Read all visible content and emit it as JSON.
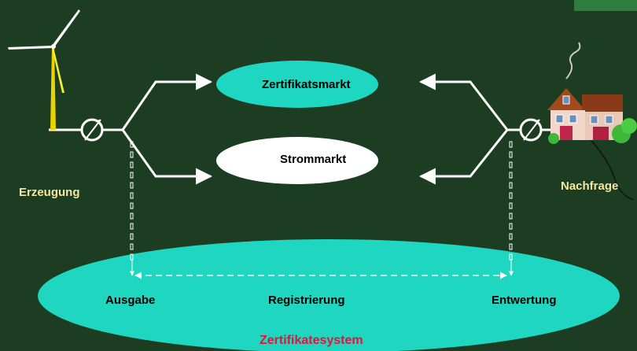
{
  "diagram": {
    "market_certificates": "Zertifikatsmarkt",
    "market_power": "Strommarkt",
    "generation": "Erzeugung",
    "demand": "Nachfrage",
    "issue": "Ausgabe",
    "registration": "Registrierung",
    "cancellation": "Entwertung",
    "system": "Zertifikatesystem"
  },
  "colors": {
    "background": "#1c3d22",
    "ellipse_cert": "#1fd6c0",
    "ellipse_power": "#ffffff",
    "ellipse_system": "#1fd6c0",
    "label_cream": "#f2e7a0",
    "label_red": "#e0143c"
  },
  "icons": {
    "wind_turbine": "wind-turbine-icon",
    "meter": "meter-icon",
    "house": "house-icon"
  }
}
